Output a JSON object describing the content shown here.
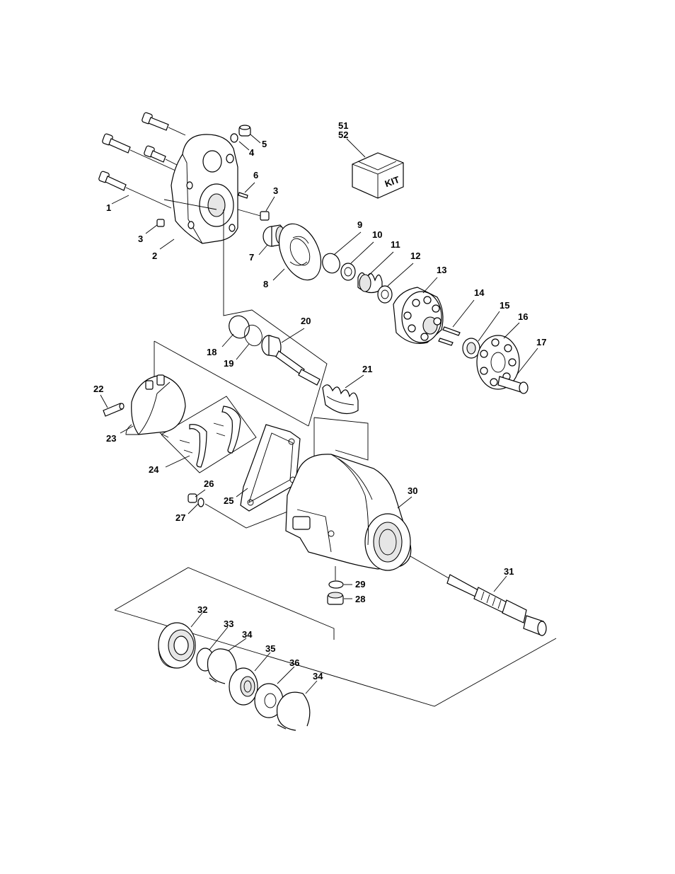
{
  "labels": [
    {
      "id": "c1",
      "text": "1"
    },
    {
      "id": "c2",
      "text": "2"
    },
    {
      "id": "c3a",
      "text": "3"
    },
    {
      "id": "c3b",
      "text": "3"
    },
    {
      "id": "c4",
      "text": "4"
    },
    {
      "id": "c5",
      "text": "5"
    },
    {
      "id": "c6",
      "text": "6"
    },
    {
      "id": "c7",
      "text": "7"
    },
    {
      "id": "c8",
      "text": "8"
    },
    {
      "id": "c9",
      "text": "9"
    },
    {
      "id": "c10",
      "text": "10"
    },
    {
      "id": "c11",
      "text": "11"
    },
    {
      "id": "c12",
      "text": "12"
    },
    {
      "id": "c13",
      "text": "13"
    },
    {
      "id": "c14",
      "text": "14"
    },
    {
      "id": "c15",
      "text": "15"
    },
    {
      "id": "c16",
      "text": "16"
    },
    {
      "id": "c17",
      "text": "17"
    },
    {
      "id": "c18",
      "text": "18"
    },
    {
      "id": "c19",
      "text": "19"
    },
    {
      "id": "c20",
      "text": "20"
    },
    {
      "id": "c21",
      "text": "21"
    },
    {
      "id": "c22",
      "text": "22"
    },
    {
      "id": "c23",
      "text": "23"
    },
    {
      "id": "c24",
      "text": "24"
    },
    {
      "id": "c25",
      "text": "25"
    },
    {
      "id": "c26",
      "text": "26"
    },
    {
      "id": "c27",
      "text": "27"
    },
    {
      "id": "c28",
      "text": "28"
    },
    {
      "id": "c29",
      "text": "29"
    },
    {
      "id": "c30",
      "text": "30"
    },
    {
      "id": "c31",
      "text": "31"
    },
    {
      "id": "c32",
      "text": "32"
    },
    {
      "id": "c33",
      "text": "33"
    },
    {
      "id": "c34a",
      "text": "34"
    },
    {
      "id": "c34b",
      "text": "34"
    },
    {
      "id": "c35",
      "text": "35"
    },
    {
      "id": "c36",
      "text": "36"
    },
    {
      "id": "c51",
      "text": "51"
    },
    {
      "id": "c52",
      "text": "52"
    }
  ],
  "kit_box_text": "KIT"
}
